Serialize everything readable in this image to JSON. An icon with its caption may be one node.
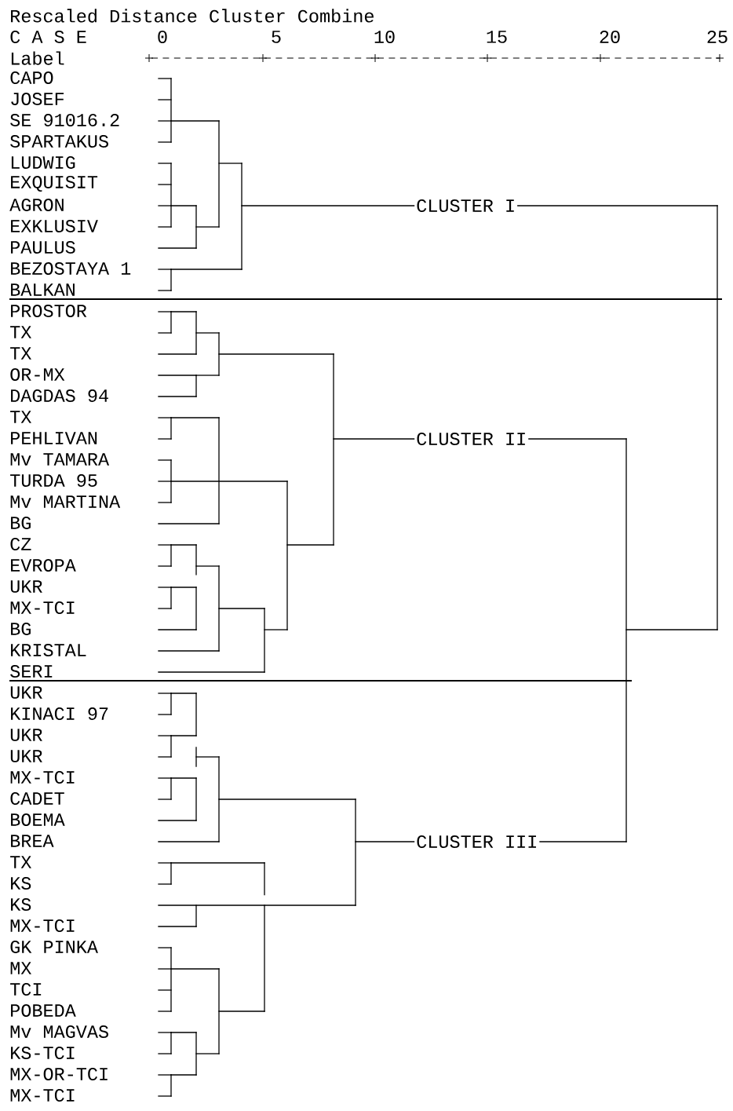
{
  "diagram": {
    "labels": [
      "Rescaled Distance Cluster Combine",
      "C A S E",
      "0",
      "5",
      "10",
      "15",
      "20",
      "25",
      "Label",
      "CAPO",
      "JOSEF",
      "SE 91016.2",
      "SPARTAKUS",
      "LUDWIG",
      "EXQUISIT",
      "AGRON",
      "CLUSTER I",
      "EXKLUSIV",
      "PAULUS",
      "BEZOSTAYA 1",
      "BALKAN",
      "PROSTOR",
      "TX",
      "TX",
      "OR-MX",
      "DAGDAS 94",
      "TX",
      "PEHLIVAN",
      "CLUSTER II",
      "Mv TAMARA",
      "TURDA 95",
      "Mv MARTINA",
      "BG",
      "CZ",
      "EVROPA",
      "UKR",
      "MX-TCI",
      "BG",
      "KRISTAL",
      "SERI",
      "UKR",
      "KINACI 97",
      "UKR",
      "UKR",
      "MX-TCI",
      "CADET",
      "BOEMA",
      "BREA",
      "CLUSTER III",
      "TX",
      "KS",
      "KS",
      "MX-TCI",
      "GK PINKA",
      "MX",
      "TCI",
      "POBEDA",
      "Mv MAGVAS",
      "KS-TCI",
      "MX-OR-TCI",
      "MX-TCI"
    ]
  }
}
